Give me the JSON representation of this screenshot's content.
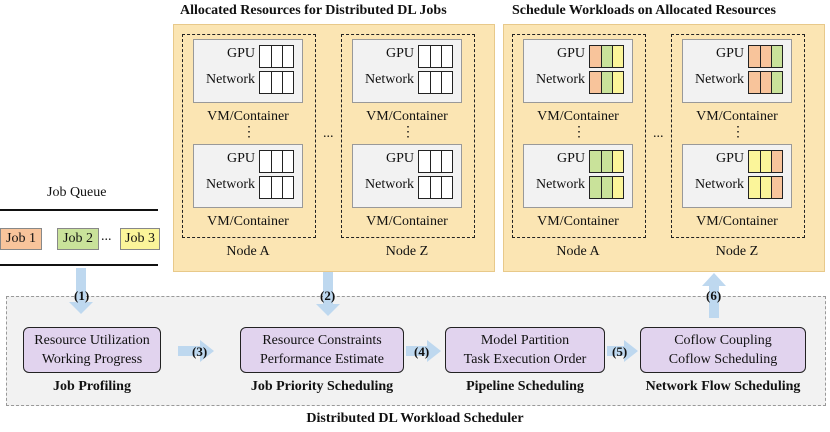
{
  "titles": {
    "left": "Allocated Resources for Distributed DL Jobs",
    "right": "Schedule Workloads on Allocated Resources"
  },
  "vm": {
    "gpu": "GPU",
    "network": "Network",
    "container": "VM/Container",
    "vdots": "⋮",
    "hdots": "..."
  },
  "nodes": {
    "a": "Node A",
    "z": "Node Z"
  },
  "queue": {
    "title": "Job Queue",
    "jobs": [
      "Job 1",
      "Job 2",
      "Job 3"
    ],
    "ellipsis": "..."
  },
  "colors": {
    "job1": "#f8c49b",
    "job2": "#c9e29a",
    "job3": "#fbf59a",
    "arrow": "#bed8ef",
    "proc": "#e1d3ee",
    "panel": "#fbe5b3"
  },
  "scheduler": {
    "title": "Distributed DL Workload Scheduler",
    "boxes": [
      {
        "line1": "Resource Utilization",
        "line2": "Working Progress",
        "label": "Job Profiling"
      },
      {
        "line1": "Resource Constraints",
        "line2": "Performance Estimate",
        "label": "Job Priority Scheduling"
      },
      {
        "line1": "Model Partition",
        "line2": "Task Execution Order",
        "label": "Pipeline Scheduling"
      },
      {
        "line1": "Coflow Coupling",
        "line2": "Coflow Scheduling",
        "label": "Network Flow Scheduling"
      }
    ]
  },
  "steps": [
    "(1)",
    "(2)",
    "(3)",
    "(4)",
    "(5)",
    "(6)"
  ]
}
